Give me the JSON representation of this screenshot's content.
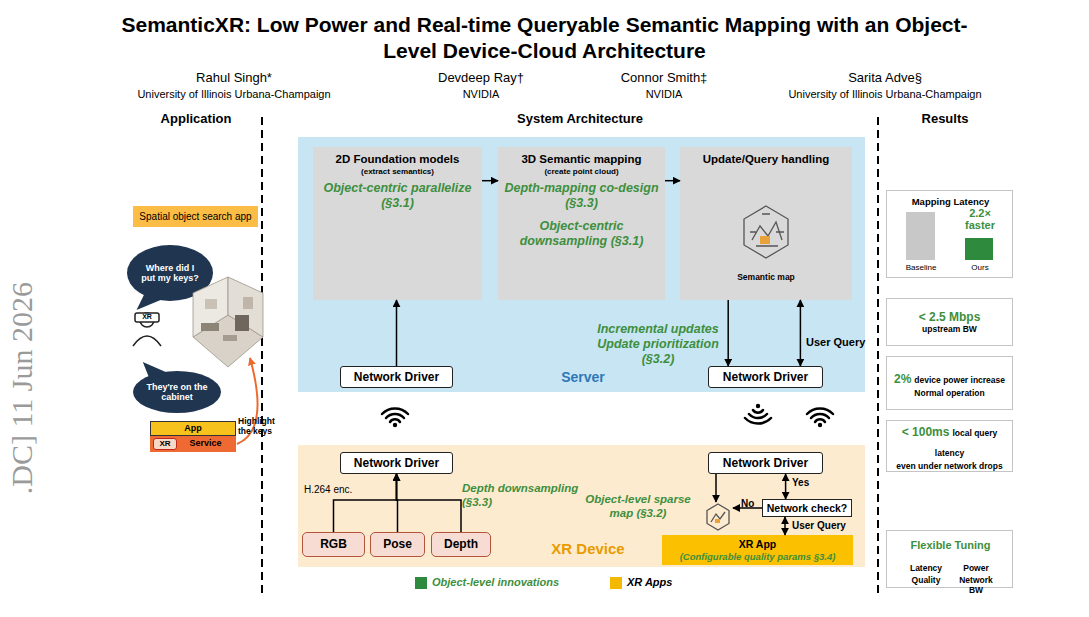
{
  "diagram": {
    "title": "SemanticXR: Low Power and Real-time Queryable Semantic Mapping with an Object-Level Device-Cloud Architecture",
    "nodes": [
      {
        "text": [
          "Spatial object search app"
        ]
      },
      {
        "text": [
          "Where did I put my keys?"
        ]
      },
      {
        "text": [
          "They're on the cabinet"
        ]
      },
      {
        "text": [
          "App"
        ]
      },
      {
        "text": [
          "Service"
        ]
      },
      {
        "text": [
          "XR"
        ],
        "in": 4
      },
      {
        "text": [
          "Server"
        ]
      },
      {
        "text": [
          "2D Foundation models",
          "(extract semantics)",
          "Object-centric parallelize (§3.1)"
        ],
        "in": 6
      },
      {
        "text": [
          "3D Semantic mapping",
          "(create point cloud)",
          "Depth-mapping co-design (§3.3)",
          "Object-centric downsampling (§3.1)"
        ],
        "in": 6
      },
      {
        "text": [
          "Update/Query handling",
          "Semantic map"
        ],
        "in": 6
      },
      {
        "text": [
          "Network Driver"
        ],
        "in": 6
      },
      {
        "text": [
          "Network Driver"
        ],
        "in": 6
      },
      {
        "text": [
          "XR Device"
        ]
      },
      {
        "text": [
          "Network Driver"
        ],
        "in": 12
      },
      {
        "text": [
          "RGB"
        ],
        "in": 12
      },
      {
        "text": [
          "Pose"
        ],
        "in": 12
      },
      {
        "text": [
          "Depth"
        ],
        "in": 12
      },
      {
        "text": [
          "Network Driver"
        ],
        "in": 12
      },
      {
        "text": [
          "Network check?"
        ],
        "in": 12
      },
      {
        "text": [
          "XR App",
          "(Configurable quality params §3.4)"
        ],
        "in": 12
      },
      {
        "text": [
          "Mapping Latency",
          "2.2× faster",
          "Baseline",
          "Ours"
        ]
      },
      {
        "text": [
          "< 2.5 Mbps",
          "upstream BW"
        ]
      },
      {
        "text": [
          "2%",
          "device power increase",
          "Normal operation"
        ]
      },
      {
        "text": [
          "< 100ms",
          "local query latency",
          "even under network drops"
        ]
      },
      {
        "text": [
          "Flexible Tuning",
          "Latency",
          "Power",
          "Quality",
          "Network BW"
        ]
      }
    ],
    "edges": [
      {
        "from": 10,
        "to": 7,
        "arrow": "to"
      },
      {
        "from": 7,
        "to": 8,
        "arrow": "to"
      },
      {
        "from": 8,
        "to": 9,
        "arrow": "to"
      },
      {
        "from": 9,
        "to": 11,
        "arrow": "to"
      },
      {
        "from": 9,
        "to": 11,
        "label": "User Query",
        "arrow": "both"
      },
      {
        "from": 14,
        "to": 13,
        "label": "H.264 enc.",
        "arrow": "to"
      },
      {
        "from": 15,
        "to": 13,
        "arrow": "to"
      },
      {
        "from": 16,
        "to": 13,
        "arrow": "to"
      },
      {
        "from": 17,
        "to": 18,
        "label": "Yes",
        "arrow": "both"
      },
      {
        "from": 18,
        "to": 19,
        "label": "User Query",
        "arrow": "both"
      }
    ],
    "labels": [
      ".DC] 11 Jun 2026",
      "Rahul Singh*",
      "University of Illinois Urbana-Champaign",
      "Devdeep Ray†",
      "NVIDIA",
      "Connor Smith‡",
      "NVIDIA",
      "Sarita Adve§",
      "University of Illinois Urbana-Champaign",
      "Application",
      "System Architecture",
      "Results",
      "XR",
      "Highlight the keys",
      "Incremental updates Update prioritization (§3.2)",
      "Depth downsampling (§3.3)",
      "Object-level sparse map (§3.2)",
      "No"
    ],
    "legend": [
      {
        "text": "Object-level innovations",
        "color": "#2e8b3e"
      },
      {
        "text": "XR Apps",
        "color": "#f5b800"
      }
    ]
  }
}
